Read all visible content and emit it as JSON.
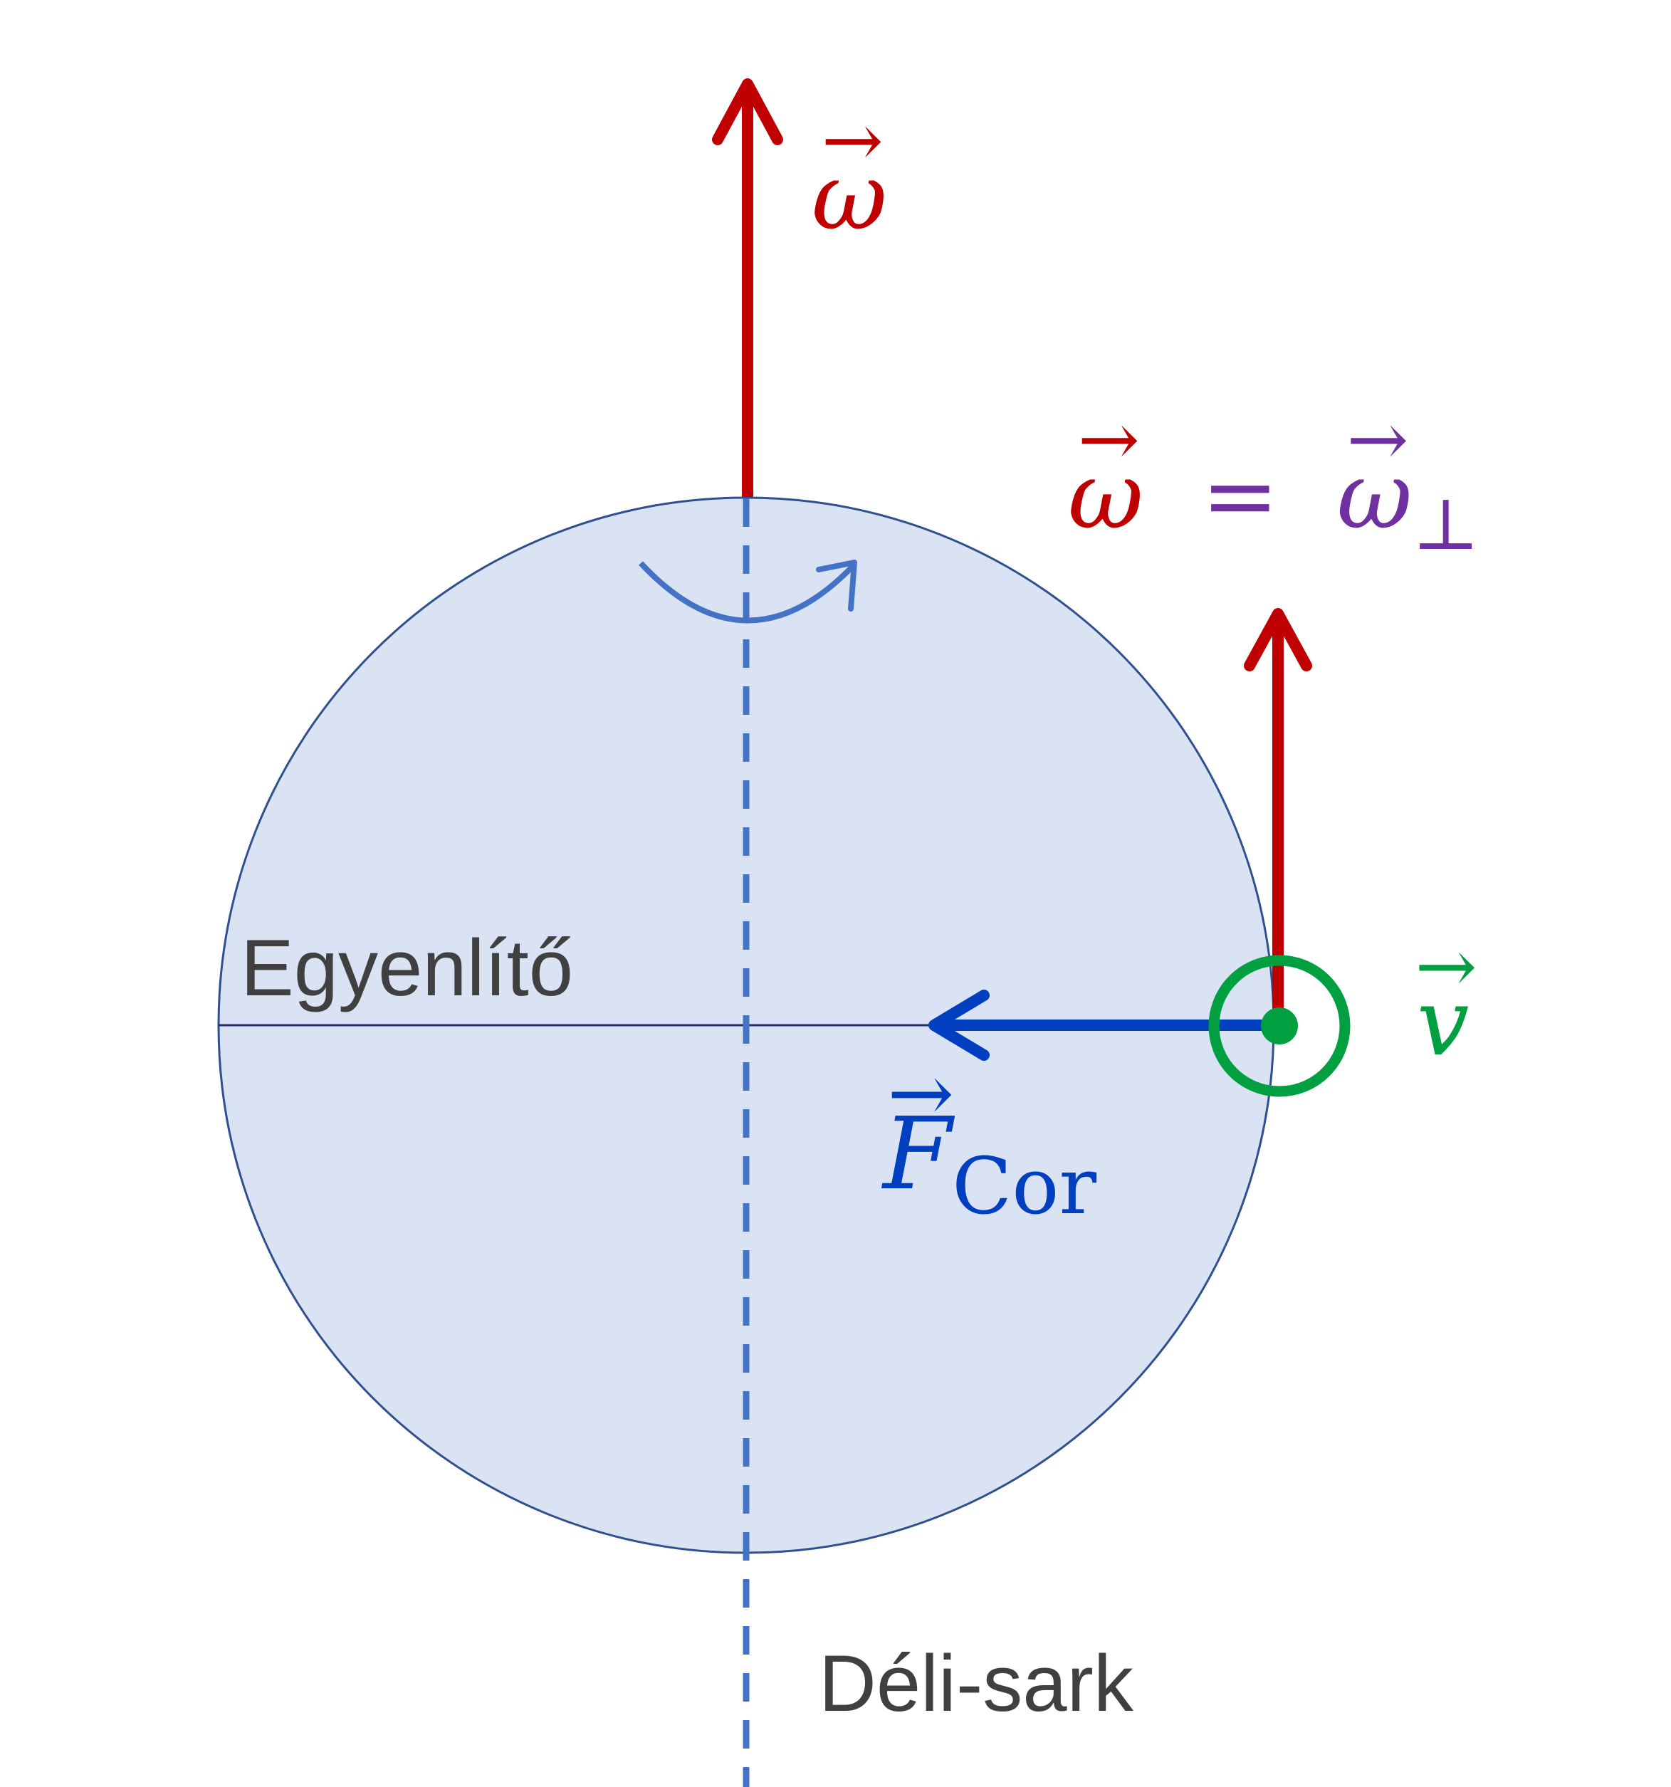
{
  "labels": {
    "omega_top": "ω",
    "omega_right": "ω",
    "equals": "=",
    "omega_perp": "ω",
    "perp_symbol": "⊥",
    "velocity": "v",
    "force": "F",
    "force_subscript": "Cor",
    "equator": "Egyenlítő",
    "south_pole": "Déli-sark"
  },
  "colors": {
    "omega": "#c00000",
    "omega_perp": "#7030a0",
    "velocity": "#00a040",
    "force": "#0040c0",
    "earth_fill": "#dae3f3",
    "earth_stroke": "#2f4f8f",
    "axis": "#4472c4"
  }
}
